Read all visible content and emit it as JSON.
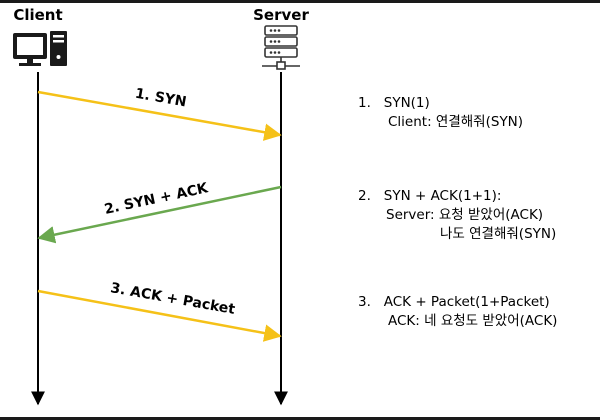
{
  "actors": {
    "client": "Client",
    "server": "Server"
  },
  "messages": [
    {
      "label": "1. SYN",
      "color": "#f5c118"
    },
    {
      "label": "2. SYN + ACK",
      "color": "#6aa84f"
    },
    {
      "label": "3. ACK + Packet",
      "color": "#f5c118"
    }
  ],
  "notes": [
    {
      "title": "1.   SYN(1)",
      "lines": [
        "Client: 연결해줘(SYN)"
      ]
    },
    {
      "title": "2.   SYN + ACK(1+1):",
      "lines": [
        "Server: 요청 받았어(ACK)",
        "나도 연결해줘(SYN)"
      ]
    },
    {
      "title": "3.   ACK + Packet(1+Packet)",
      "lines": [
        "ACK: 네 요청도 받았어(ACK)"
      ]
    }
  ],
  "colors": {
    "lifeline": "#000000",
    "yellow_arrow": "#f5c118",
    "green_arrow": "#6aa84f"
  },
  "icons": {
    "client": "desktop-computer-icon",
    "server": "server-rack-icon"
  }
}
